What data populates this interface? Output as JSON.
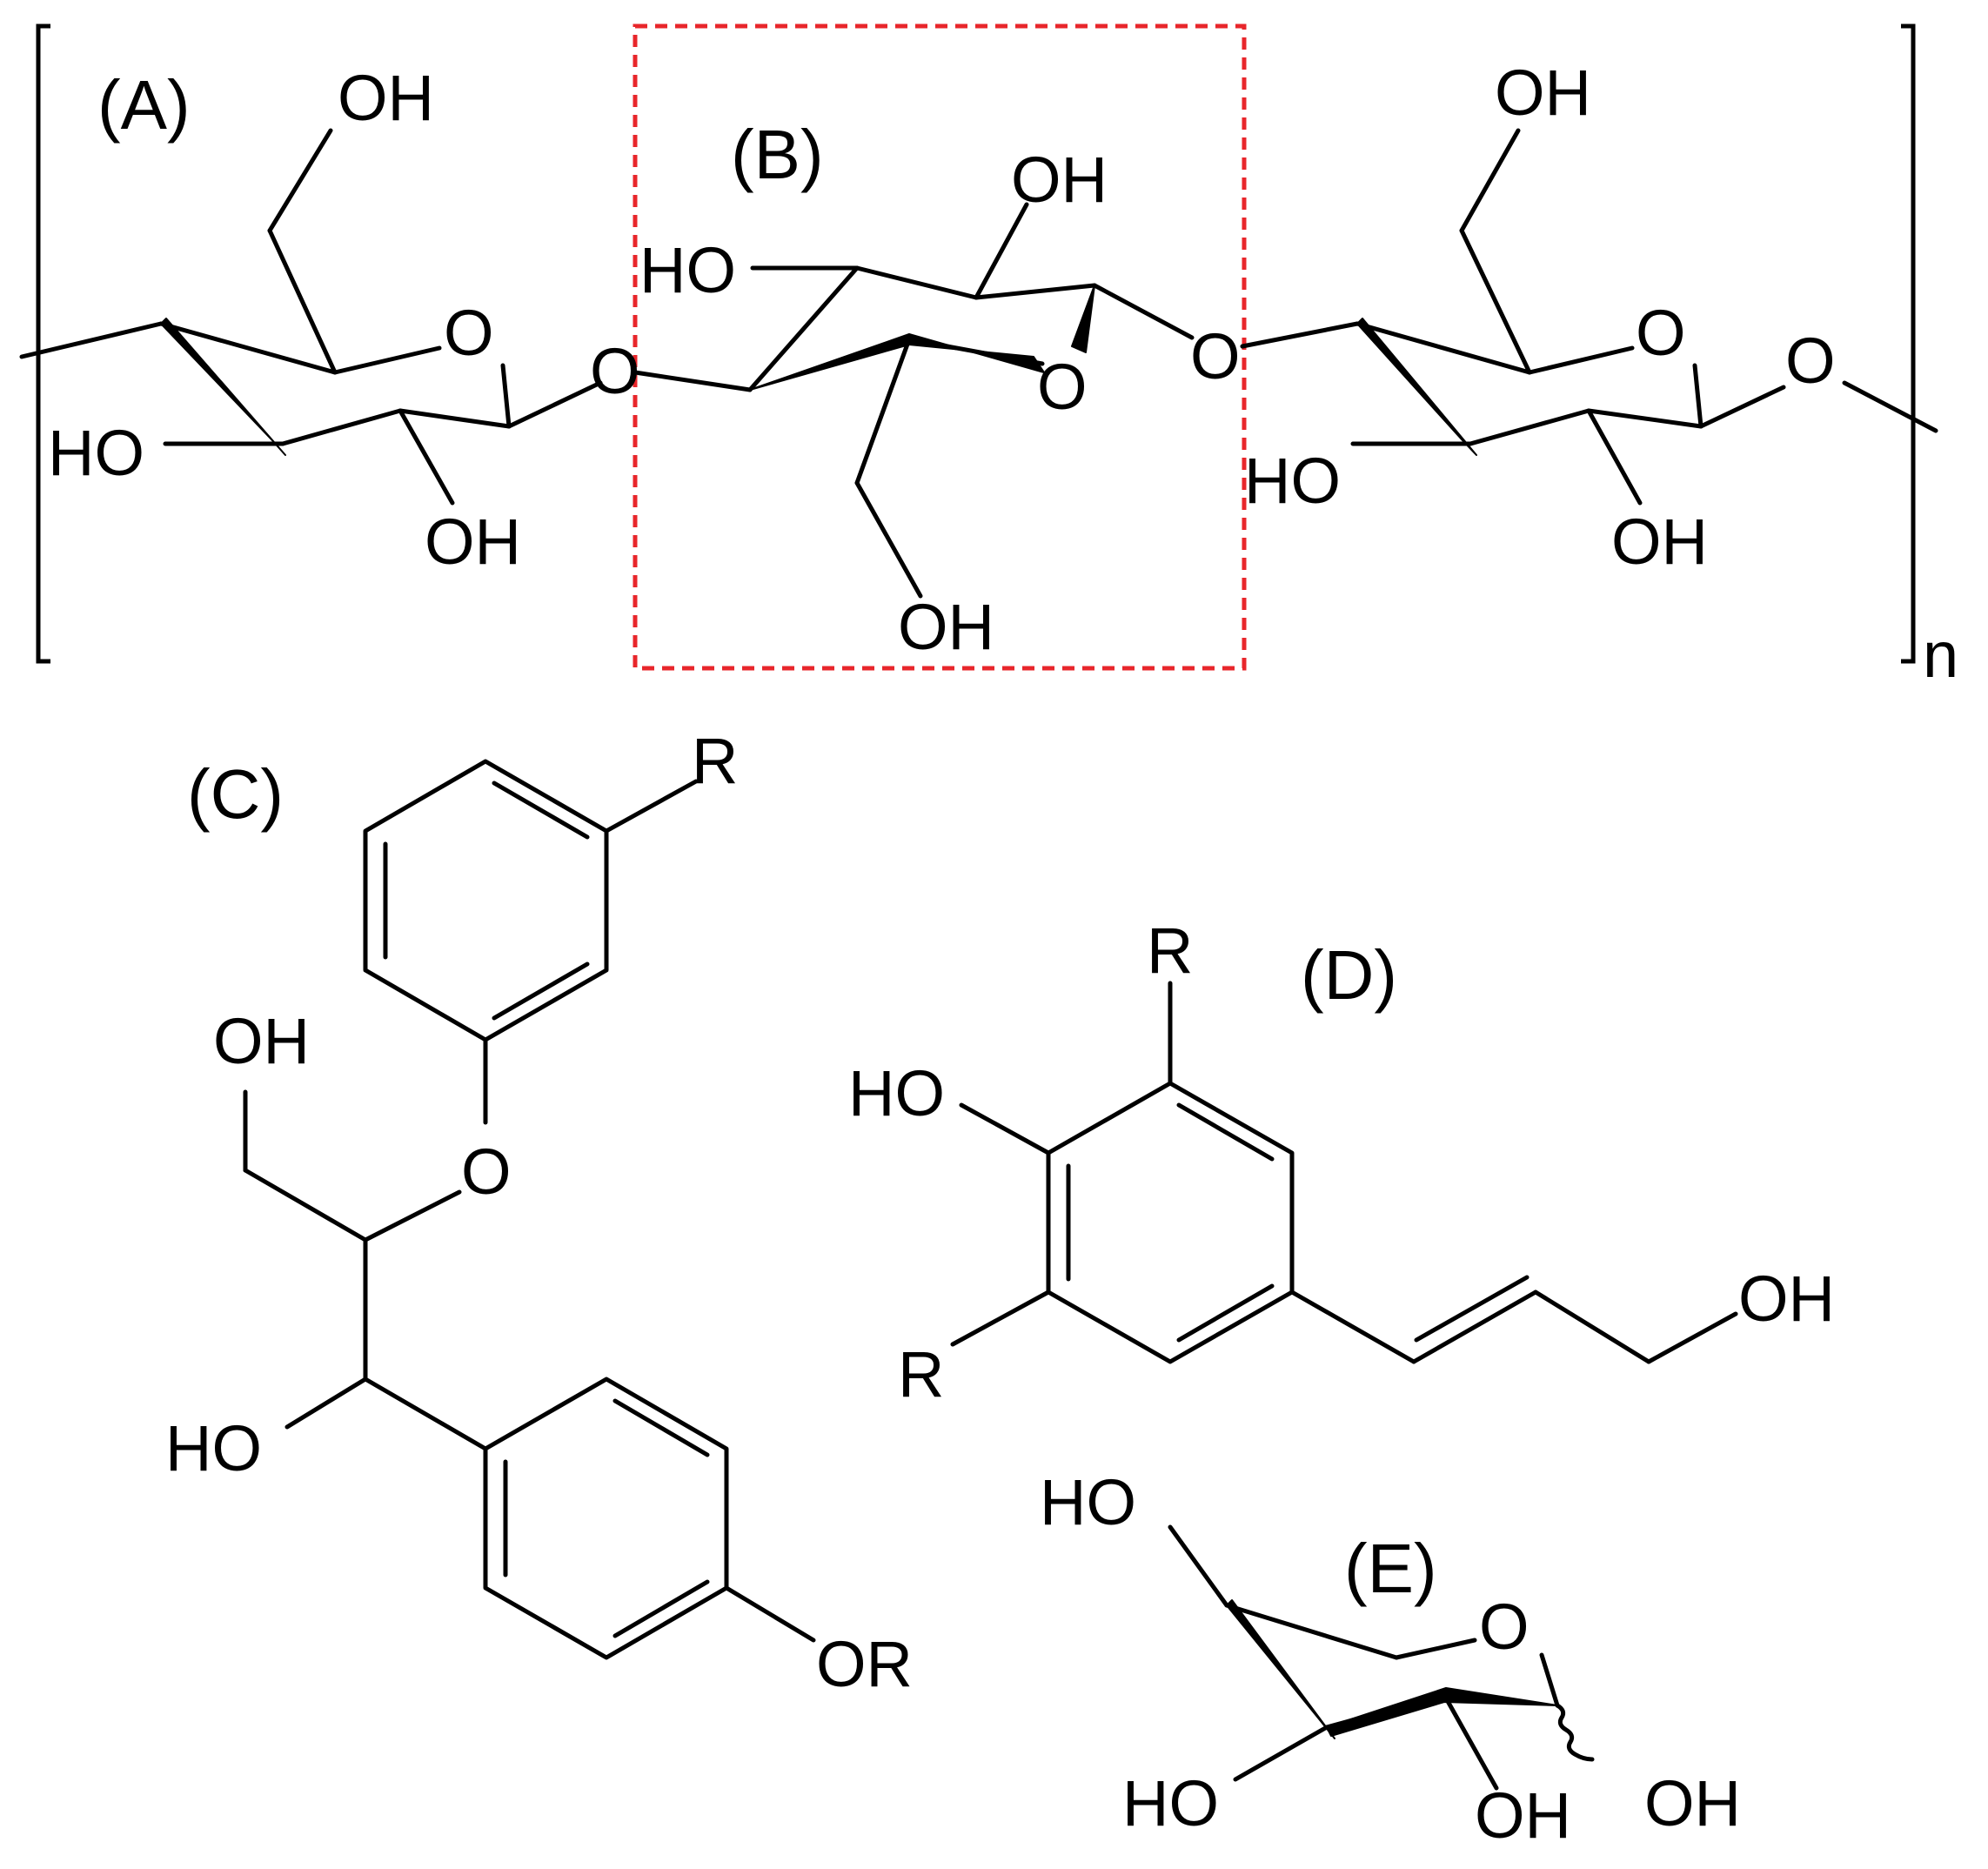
{
  "panels": {
    "a": "(A)",
    "b": "(B)",
    "c": "(C)",
    "d": "(D)",
    "e": "(E)"
  },
  "atoms": {
    "oh": "OH",
    "ho": "HO",
    "o": "O",
    "r": "R",
    "or": "OR"
  },
  "repeat_subscript": "n",
  "colors": {
    "highlight_box": "#e8262b",
    "ink": "#000000",
    "background": "#ffffff"
  }
}
